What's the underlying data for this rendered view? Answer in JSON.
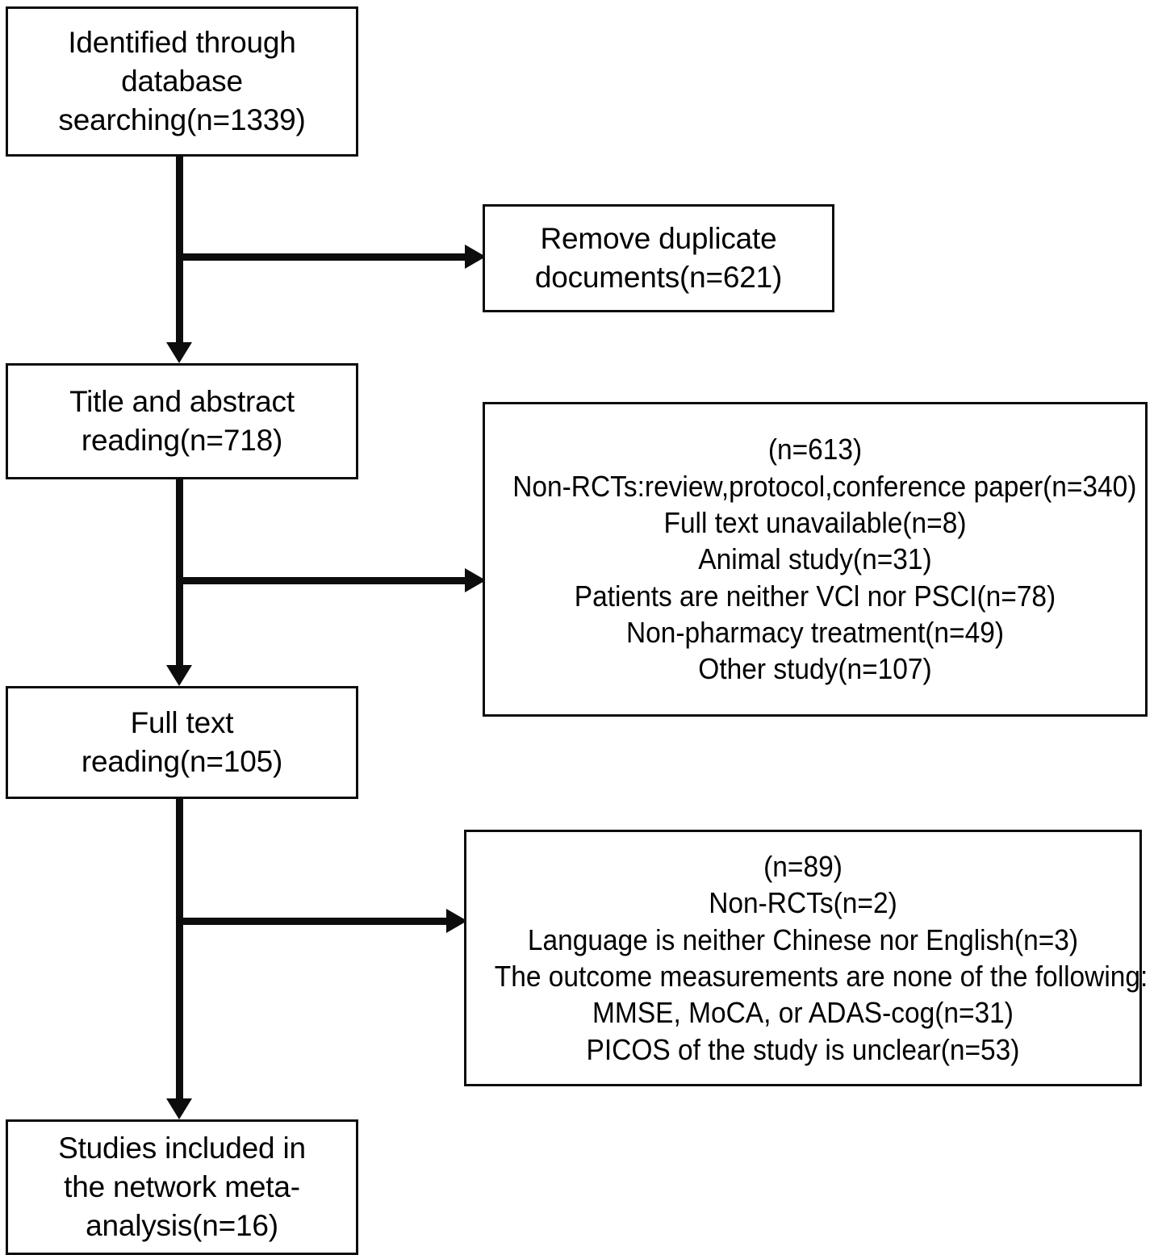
{
  "diagram": {
    "type": "prisma-flow-diagram",
    "title": "Study selection flow",
    "stroke_color": "#0d0d0d",
    "background_color": "#ffffff",
    "nodes": [
      {
        "id": "identified",
        "name": "identified-through-database-searching",
        "lines": [
          "Identified through",
          "database",
          "searching(n=1339)"
        ],
        "count": 1339
      },
      {
        "id": "duplicates",
        "name": "remove-duplicate-documents",
        "lines": [
          "Remove duplicate",
          "documents(n=621)"
        ],
        "count": 621
      },
      {
        "id": "title-abstract",
        "name": "title-and-abstract-reading",
        "lines": [
          "Title and abstract",
          "reading(n=718)"
        ],
        "count": 718
      },
      {
        "id": "excluded-title-abstract",
        "name": "excluded-after-title-abstract-reading",
        "lines": [
          "(n=613)",
          "Non-RCTs:review,protocol,conference paper(n=340)",
          "Full text unavailable(n=8)",
          "Animal study(n=31)",
          "Patients are neither VCl nor PSCI(n=78)",
          "Non-pharmacy treatment(n=49)",
          "Other study(n=107)"
        ],
        "count": 613
      },
      {
        "id": "full-text",
        "name": "full-text-reading",
        "lines": [
          "Full text",
          "reading(n=105)"
        ],
        "count": 105
      },
      {
        "id": "excluded-full-text",
        "name": "excluded-after-full-text-reading",
        "lines": [
          "(n=89)",
          "Non-RCTs(n=2)",
          "Language is neither Chinese nor English(n=3)",
          "The outcome measurements are none of the following:",
          "MMSE, MoCA, or ADAS-cog(n=31)",
          "PICOS of the study is unclear(n=53)"
        ],
        "count": 89
      },
      {
        "id": "included",
        "name": "studies-included-in-network-meta-analysis",
        "lines": [
          "Studies included in",
          "the network meta-",
          "analysis(n=16)"
        ],
        "count": 16
      }
    ],
    "connectors": [
      {
        "id": "identified-to-title",
        "name": "arrow-identified-to-title-abstract",
        "kind": "down"
      },
      {
        "id": "identified-to-duplicates",
        "name": "arrow-identified-to-duplicates",
        "kind": "right"
      },
      {
        "id": "title-to-fulltext",
        "name": "arrow-title-abstract-to-full-text",
        "kind": "down"
      },
      {
        "id": "title-to-excluded",
        "name": "arrow-title-abstract-to-excluded",
        "kind": "right"
      },
      {
        "id": "fulltext-to-included",
        "name": "arrow-full-text-to-included",
        "kind": "down"
      },
      {
        "id": "fulltext-to-excluded",
        "name": "arrow-full-text-to-excluded",
        "kind": "right"
      }
    ]
  }
}
